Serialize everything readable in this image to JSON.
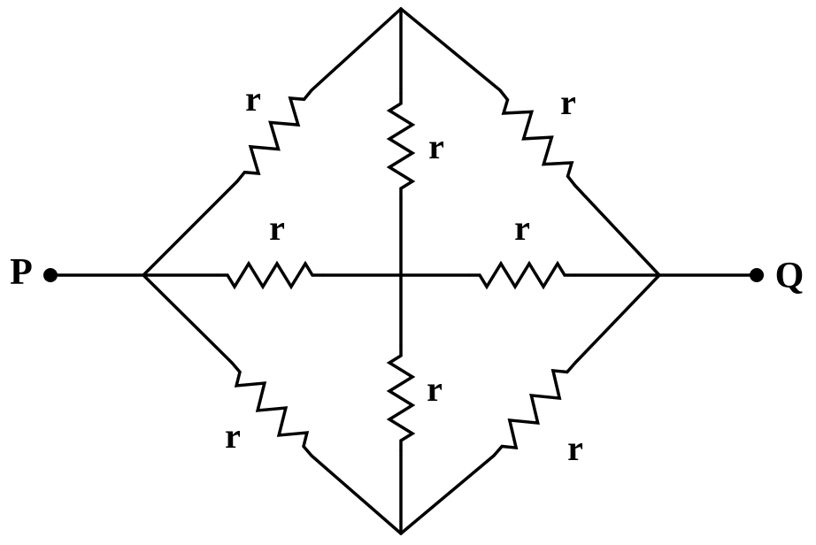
{
  "diagram": {
    "terminals": {
      "left": "P",
      "right": "Q"
    },
    "resistor_label": "r",
    "resistors": [
      {
        "id": "upper-left",
        "label": "r"
      },
      {
        "id": "upper-vertical",
        "label": "r"
      },
      {
        "id": "upper-right",
        "label": "r"
      },
      {
        "id": "middle-left",
        "label": "r"
      },
      {
        "id": "middle-right",
        "label": "r"
      },
      {
        "id": "lower-vertical",
        "label": "r"
      },
      {
        "id": "lower-left",
        "label": "r"
      },
      {
        "id": "lower-right",
        "label": "r"
      }
    ],
    "stroke_color": "#000000"
  }
}
